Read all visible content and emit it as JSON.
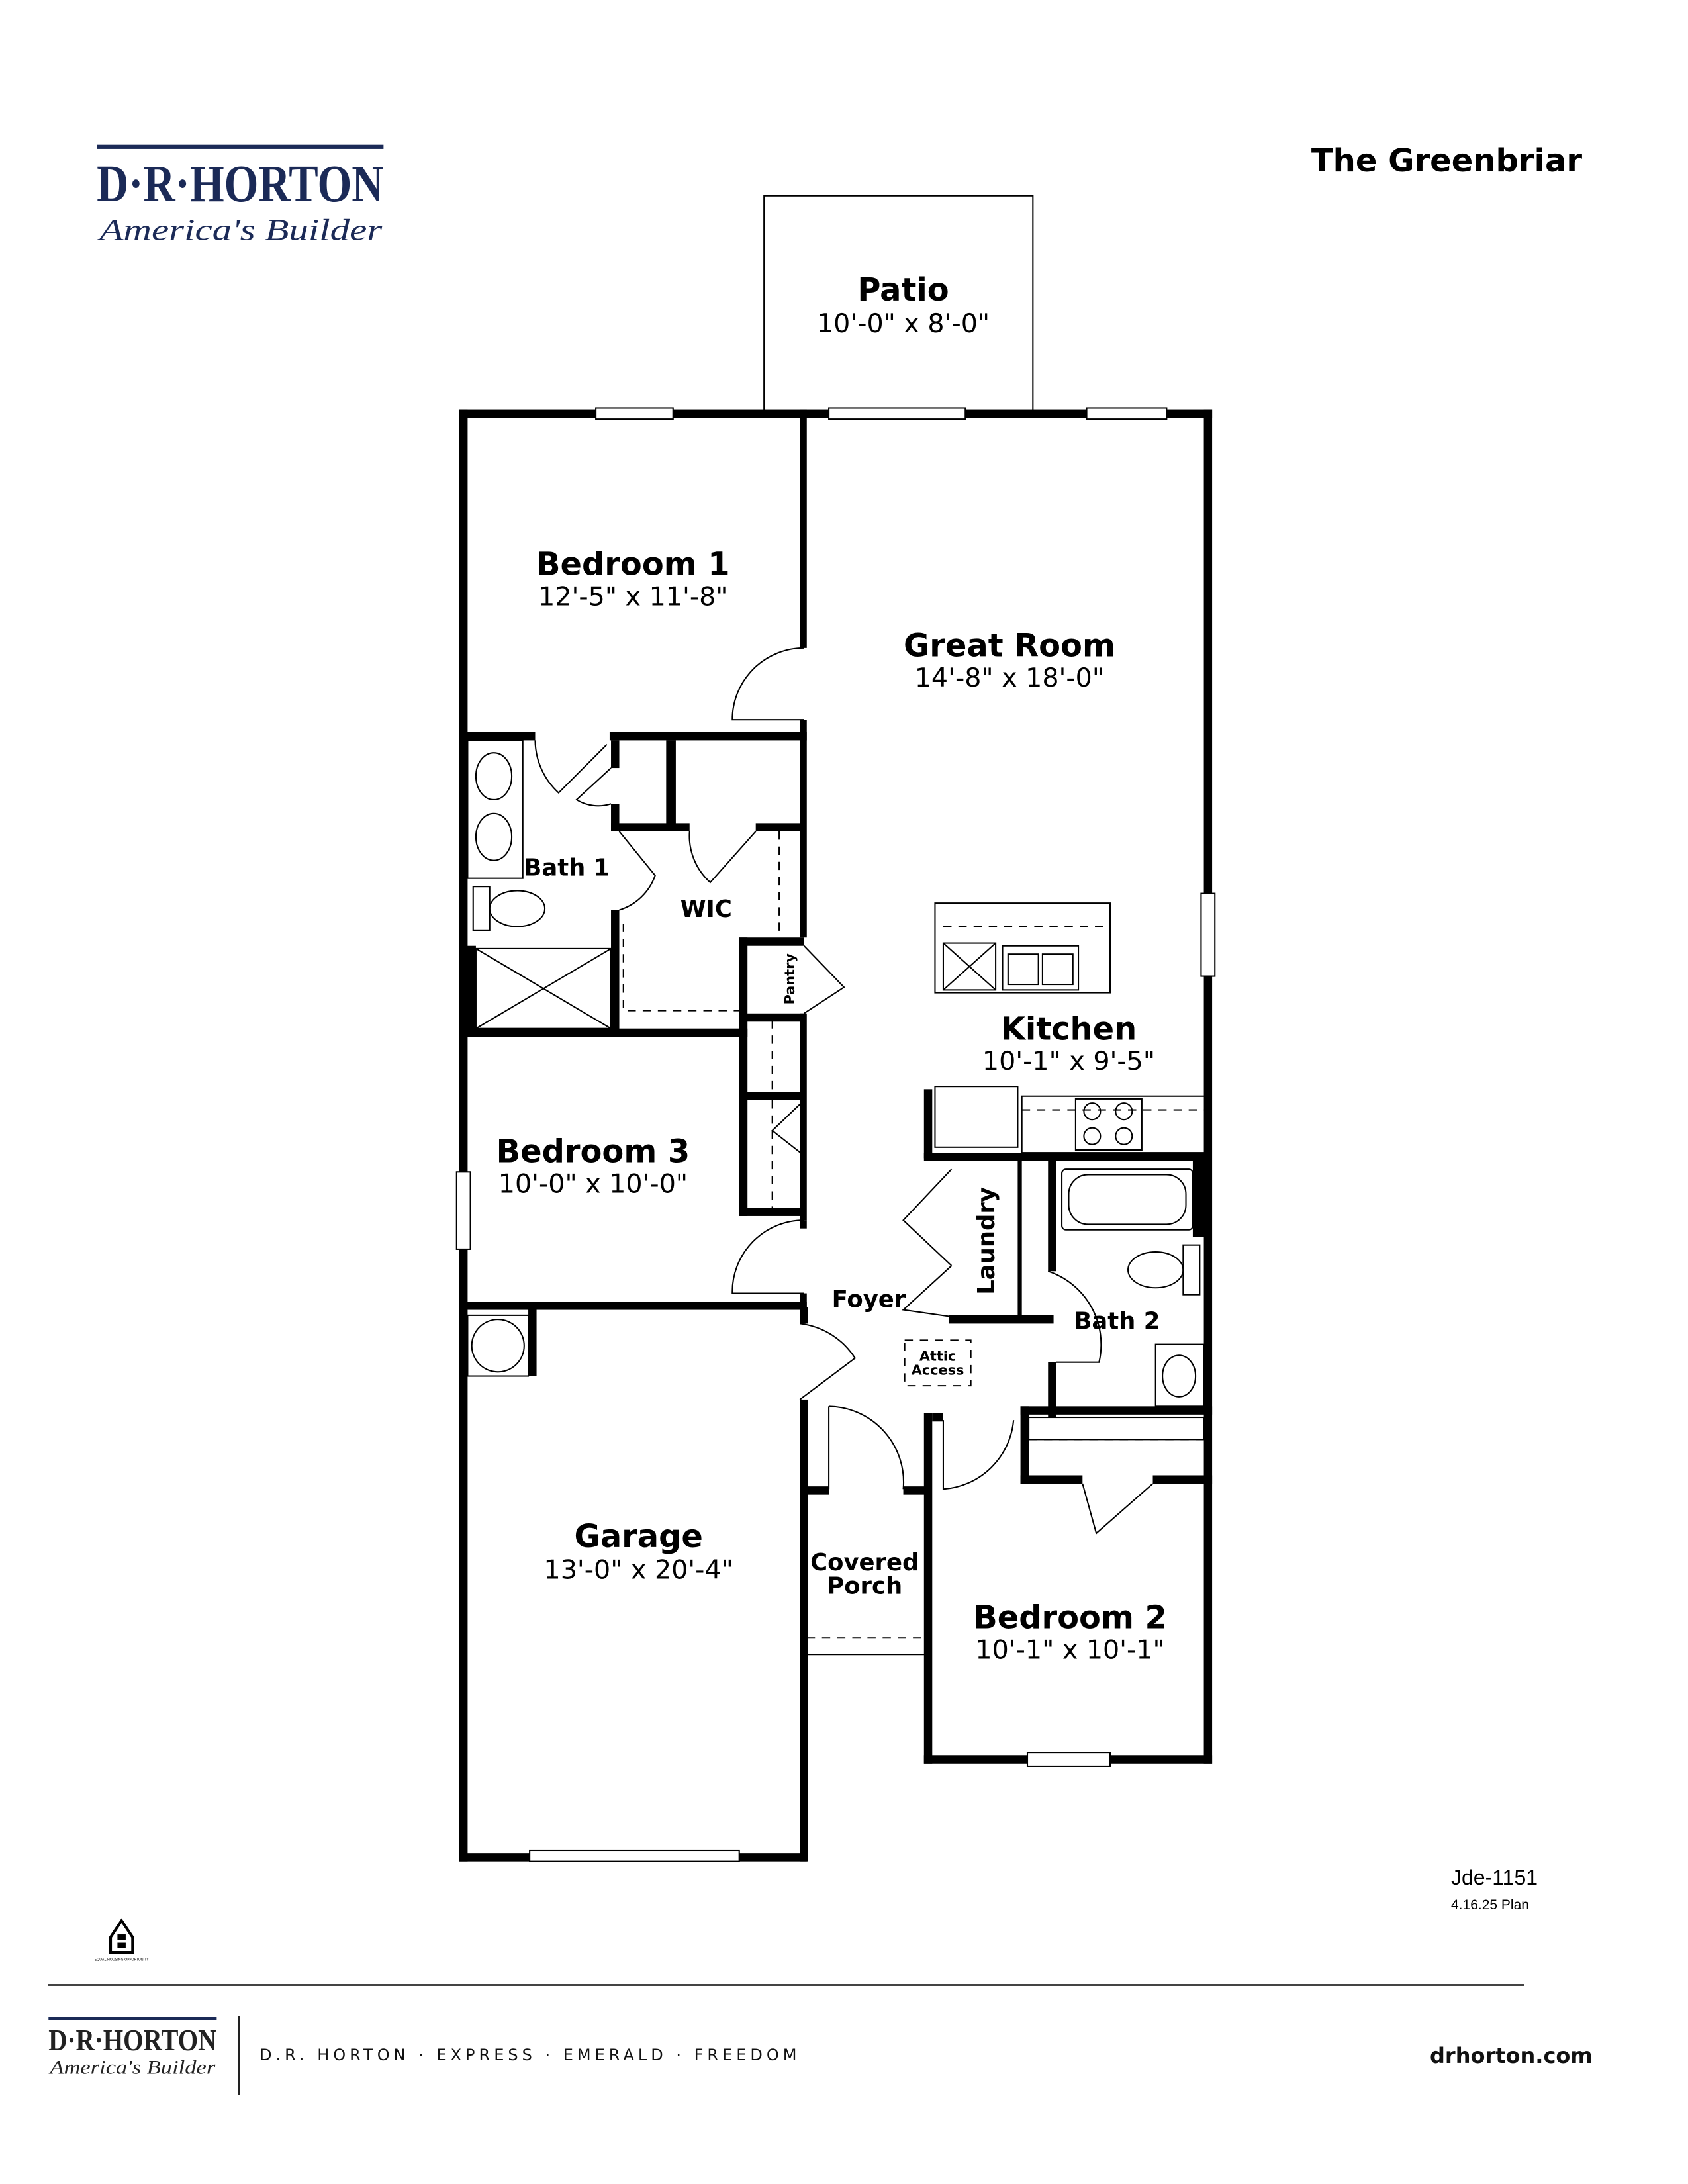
{
  "header": {
    "logo_text": "D·R·HORTON",
    "logo_tagline": "America's Builder",
    "plan_name": "The Greenbriar",
    "brand_color": "#1b2a57"
  },
  "rooms": {
    "patio": {
      "name": "Patio",
      "size": "10'-0\" x 8'-0\""
    },
    "bedroom1": {
      "name": "Bedroom 1",
      "size": "12'-5\" x 11'-8\""
    },
    "great_room": {
      "name": "Great Room",
      "size": "14'-8\" x 18'-0\""
    },
    "bath1": {
      "name": "Bath 1"
    },
    "wic": {
      "name": "WIC"
    },
    "pantry": {
      "name": "Pantry"
    },
    "kitchen": {
      "name": "Kitchen",
      "size": "10'-1\" x 9'-5\""
    },
    "bedroom3": {
      "name": "Bedroom 3",
      "size": "10'-0\" x 10'-0\""
    },
    "laundry": {
      "name": "Laundry"
    },
    "foyer": {
      "name": "Foyer"
    },
    "bath2": {
      "name": "Bath 2"
    },
    "attic": {
      "line1": "Attic",
      "line2": "Access"
    },
    "garage": {
      "name": "Garage",
      "size": "13'-0\" x 20'-4\""
    },
    "porch": {
      "line1": "Covered",
      "line2": "Porch"
    },
    "bedroom2": {
      "name": "Bedroom 2",
      "size": "10'-1\" x 10'-1\""
    }
  },
  "plan_info": {
    "code": "Jde-1151",
    "date": "4.16.25 Plan"
  },
  "footer": {
    "equal_housing": "EQUAL HOUSING OPPORTUNITY",
    "logo_text": "D·R·HORTON",
    "logo_tagline": "America's Builder",
    "brands": "D.R. HORTON · EXPRESS · EMERALD · FREEDOM",
    "website": "drhorton.com"
  }
}
